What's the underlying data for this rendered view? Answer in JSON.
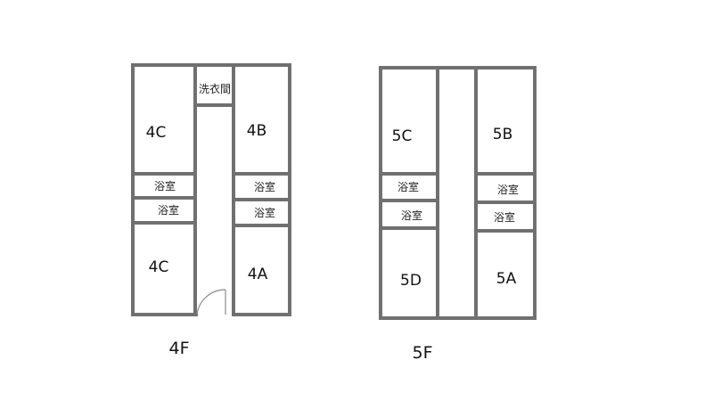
{
  "floor_4": {
    "label": "4F",
    "rooms": {
      "laundry": "洗衣間",
      "room_4c_upper": "4C",
      "room_4b": "4B",
      "room_4c_lower": "4C",
      "room_4a": "4A",
      "bath_left_upper": "浴室",
      "bath_left_lower": "浴室",
      "bath_right_upper": "浴室",
      "bath_right_lower": "浴室"
    }
  },
  "floor_5": {
    "label": "5F",
    "rooms": {
      "room_5c": "5C",
      "room_5b": "5B",
      "room_5d": "5D",
      "room_5a": "5A",
      "bath_left_upper": "浴室",
      "bath_left_lower": "浴室",
      "bath_right_upper": "浴室",
      "bath_right_lower": "浴室"
    }
  }
}
